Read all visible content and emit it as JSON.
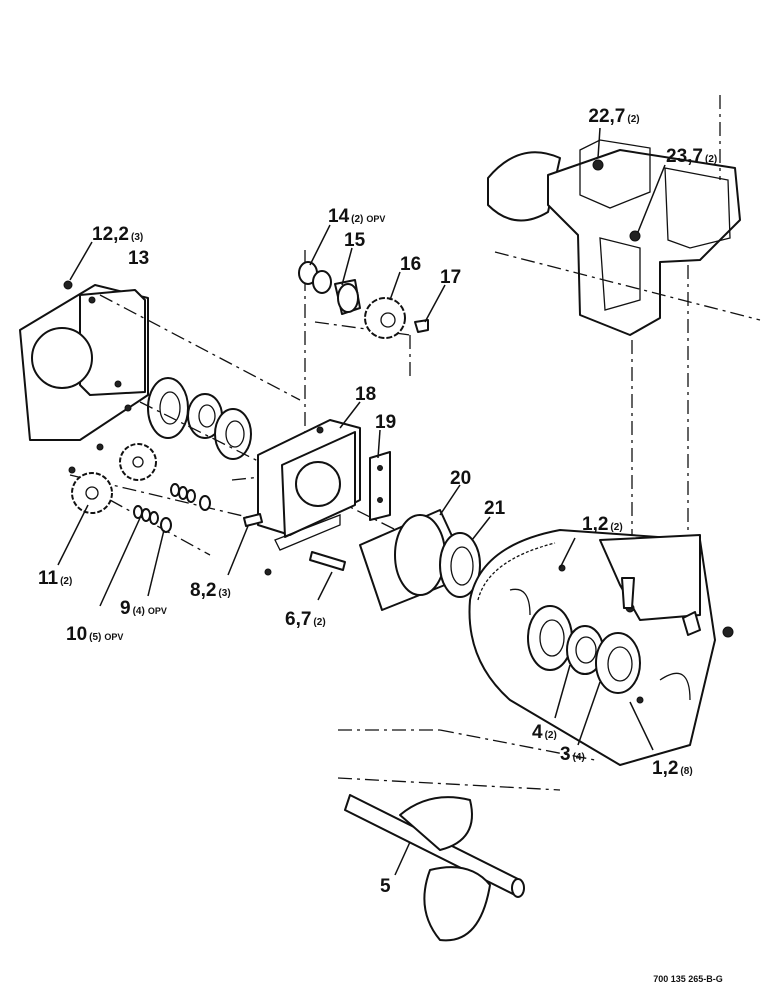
{
  "callouts": [
    {
      "id": "c1",
      "num": "12,2",
      "qty": "(3)",
      "note": ""
    },
    {
      "id": "c2",
      "num": "13",
      "qty": "",
      "note": ""
    },
    {
      "id": "c3",
      "num": "14",
      "qty": "(2)",
      "note": "OPV"
    },
    {
      "id": "c4",
      "num": "15",
      "qty": "",
      "note": ""
    },
    {
      "id": "c5",
      "num": "16",
      "qty": "",
      "note": ""
    },
    {
      "id": "c6",
      "num": "17",
      "qty": "",
      "note": ""
    },
    {
      "id": "c7",
      "num": "18",
      "qty": "",
      "note": ""
    },
    {
      "id": "c8",
      "num": "19",
      "qty": "",
      "note": ""
    },
    {
      "id": "c9",
      "num": "20",
      "qty": "",
      "note": ""
    },
    {
      "id": "c10",
      "num": "21",
      "qty": "",
      "note": ""
    },
    {
      "id": "c11",
      "num": "22,7",
      "qty": "(2)",
      "note": ""
    },
    {
      "id": "c12",
      "num": "23,7",
      "qty": "(2)",
      "note": ""
    },
    {
      "id": "c13",
      "num": "11",
      "qty": "(2)",
      "note": ""
    },
    {
      "id": "c14",
      "num": "8,2",
      "qty": "(3)",
      "note": ""
    },
    {
      "id": "c15",
      "num": "9",
      "qty": "(4)",
      "note": "OPV"
    },
    {
      "id": "c16",
      "num": "10",
      "qty": "(5)",
      "note": "OPV"
    },
    {
      "id": "c17",
      "num": "6,7",
      "qty": "(2)",
      "note": ""
    },
    {
      "id": "c18",
      "num": "1,2",
      "qty": "(2)",
      "note": ""
    },
    {
      "id": "c19",
      "num": "4",
      "qty": "(2)",
      "note": ""
    },
    {
      "id": "c20",
      "num": "3",
      "qty": "(4)",
      "note": ""
    },
    {
      "id": "c21",
      "num": "1,2",
      "qty": "(8)",
      "note": ""
    },
    {
      "id": "c22",
      "num": "5",
      "qty": "",
      "note": ""
    }
  ],
  "drawing_number": "700 135 265-B-G"
}
